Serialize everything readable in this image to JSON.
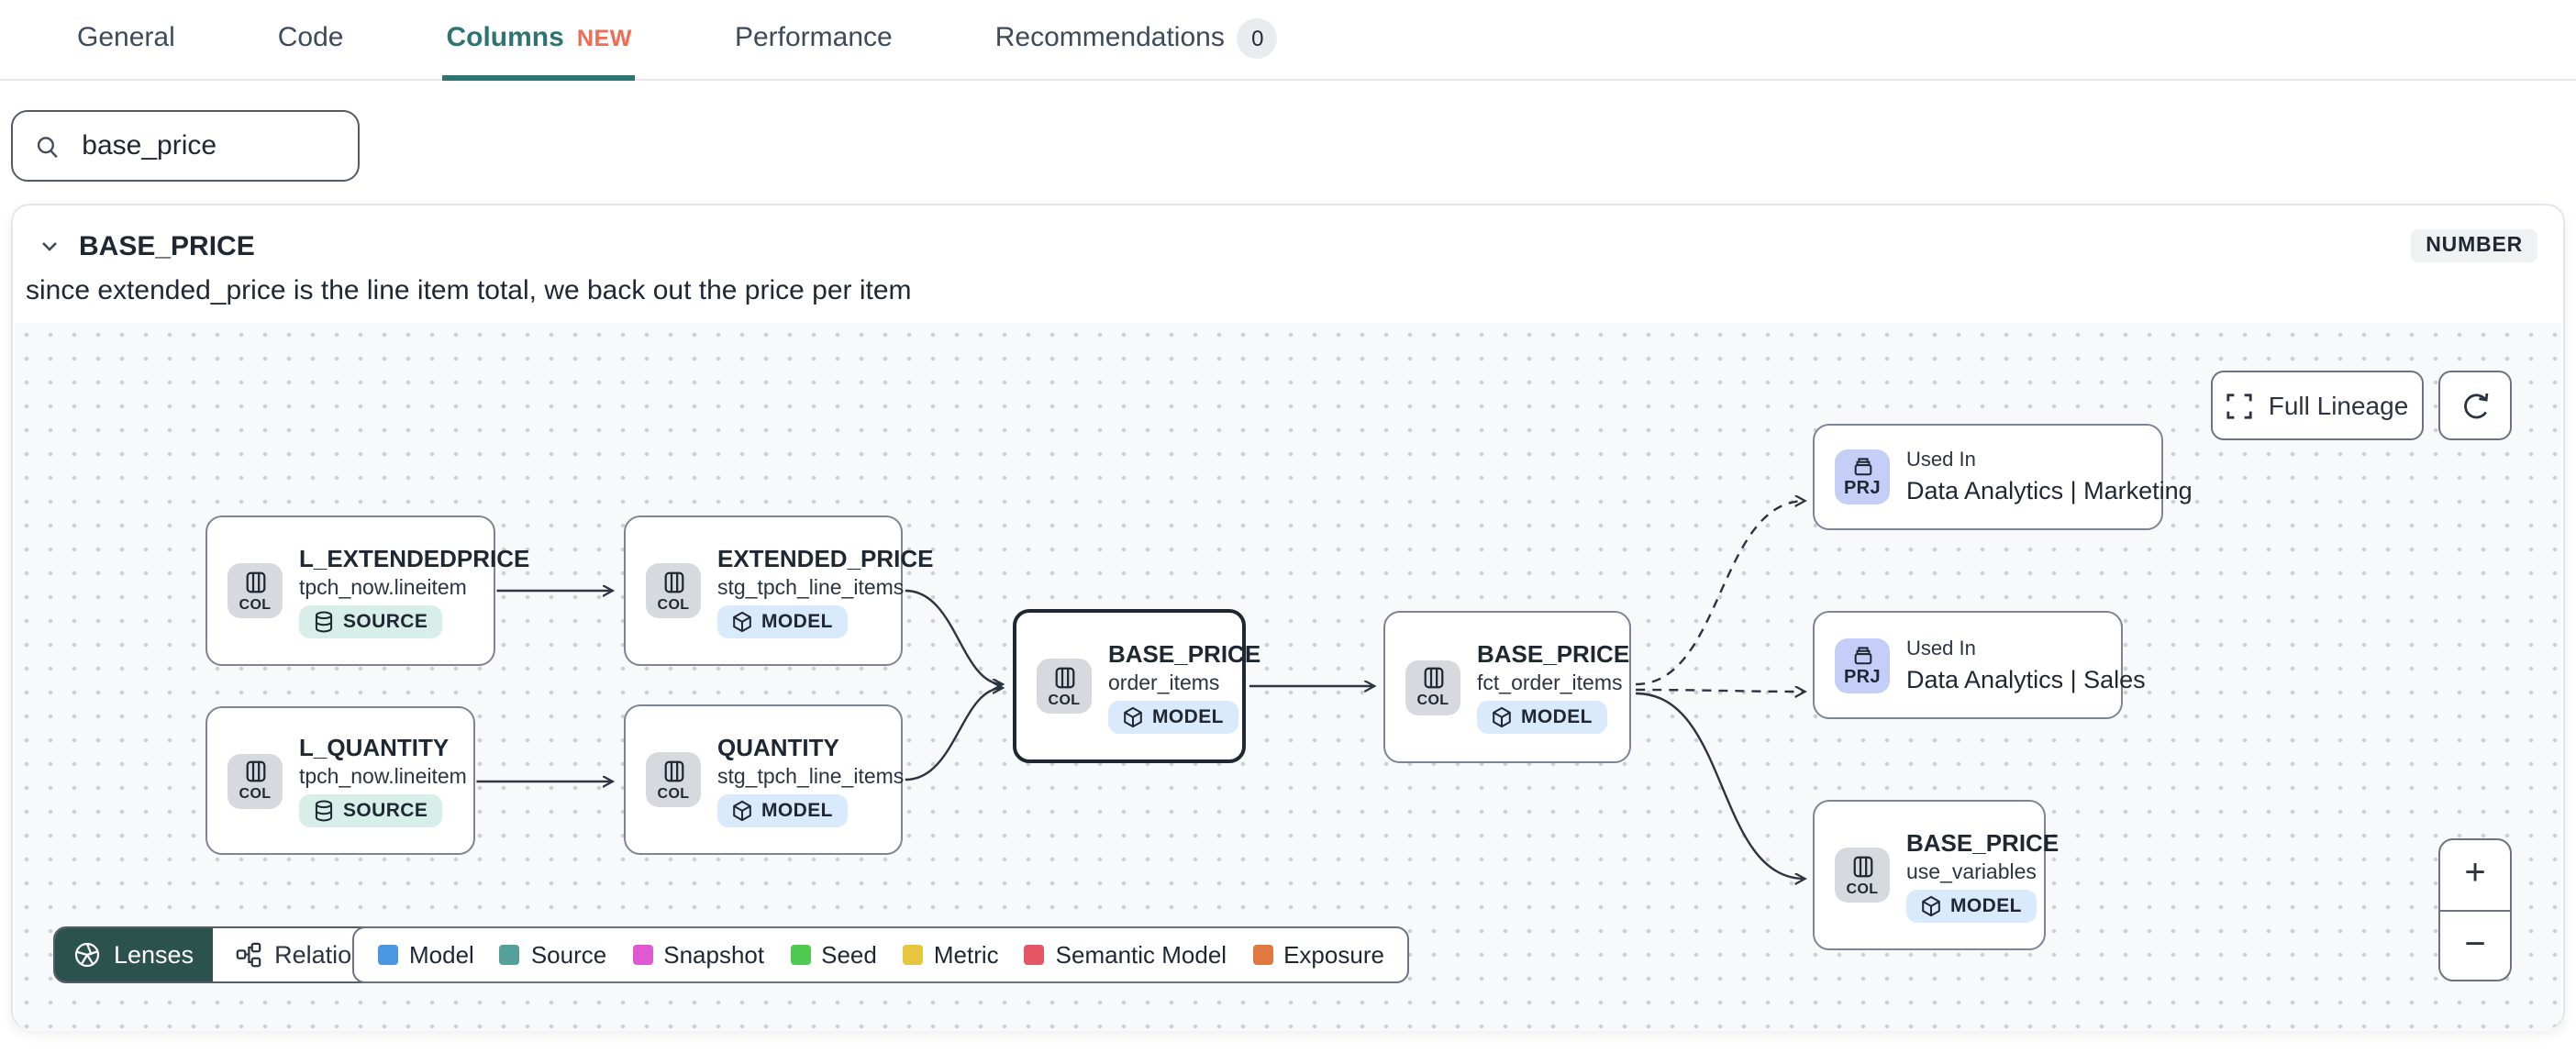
{
  "tabs": {
    "items": [
      {
        "label": "General"
      },
      {
        "label": "Code"
      },
      {
        "label": "Columns",
        "badge": "NEW"
      },
      {
        "label": "Performance"
      },
      {
        "label": "Recommendations",
        "count": "0"
      }
    ]
  },
  "search": {
    "value": "base_price"
  },
  "column_panel": {
    "name": "BASE_PRICE",
    "type": "NUMBER",
    "description": "since extended_price is the line item total, we back out the price per item"
  },
  "lineage": {
    "controls": {
      "full_lineage_label": "Full Lineage",
      "zoom_in": "+",
      "zoom_out": "−"
    },
    "lenses_label": "Lenses",
    "relationships_label": "Relationships",
    "chip_col": "COL",
    "chip_prj": "PRJ",
    "nodes": [
      {
        "title": "L_EXTENDEDPRICE",
        "subtitle": "tpch_now.lineitem",
        "badge": "SOURCE"
      },
      {
        "title": "EXTENDED_PRICE",
        "subtitle": "stg_tpch_line_items",
        "badge": "MODEL"
      },
      {
        "title": "L_QUANTITY",
        "subtitle": "tpch_now.lineitem",
        "badge": "SOURCE"
      },
      {
        "title": "QUANTITY",
        "subtitle": "stg_tpch_line_items",
        "badge": "MODEL"
      },
      {
        "title": "BASE_PRICE",
        "subtitle": "order_items",
        "badge": "MODEL"
      },
      {
        "title": "BASE_PRICE",
        "subtitle": "fct_order_items",
        "badge": "MODEL"
      },
      {
        "title": "Used In",
        "subtitle": "Data Analytics | Marketing"
      },
      {
        "title": "Used In",
        "subtitle": "Data Analytics | Sales"
      },
      {
        "title": "BASE_PRICE",
        "subtitle": "use_variables",
        "badge": "MODEL"
      }
    ],
    "legend": [
      {
        "label": "Model",
        "color": "#4b96e1"
      },
      {
        "label": "Source",
        "color": "#55a09a"
      },
      {
        "label": "Snapshot",
        "color": "#df59d2"
      },
      {
        "label": "Seed",
        "color": "#4fc94f"
      },
      {
        "label": "Metric",
        "color": "#e5c63e"
      },
      {
        "label": "Semantic Model",
        "color": "#e45663"
      },
      {
        "label": "Exposure",
        "color": "#e0793f"
      }
    ],
    "accent_colors": {
      "active_tab": "#2e7472",
      "new_badge": "#f26b52",
      "lenses_bg": "#2b524c"
    }
  }
}
